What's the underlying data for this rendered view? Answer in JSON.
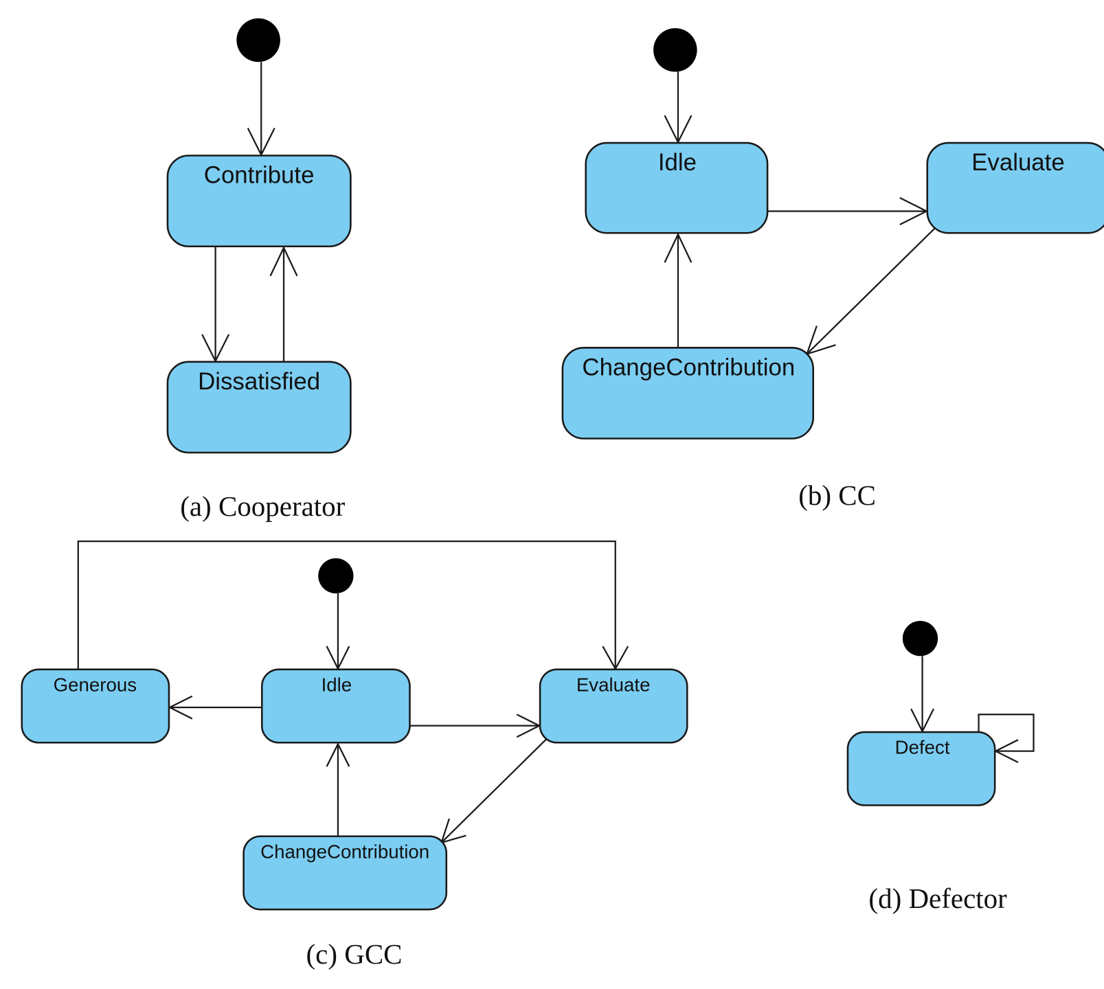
{
  "diagrams": {
    "cooperator": {
      "caption": "(a) Cooperator",
      "states": {
        "contribute": "Contribute",
        "dissatisfied": "Dissatisfied"
      }
    },
    "cc": {
      "caption": "(b) CC",
      "states": {
        "idle": "Idle",
        "evaluate": "Evaluate",
        "change_contribution": "ChangeContribution"
      }
    },
    "gcc": {
      "caption": "(c) GCC",
      "states": {
        "generous": "Generous",
        "idle": "Idle",
        "evaluate": "Evaluate",
        "change_contribution": "ChangeContribution"
      }
    },
    "defector": {
      "caption": "(d) Defector",
      "states": {
        "defect": "Defect"
      }
    }
  },
  "colors": {
    "state_fill": "#7ccdf2",
    "stroke": "#1a1a1a",
    "initial": "#000000"
  }
}
